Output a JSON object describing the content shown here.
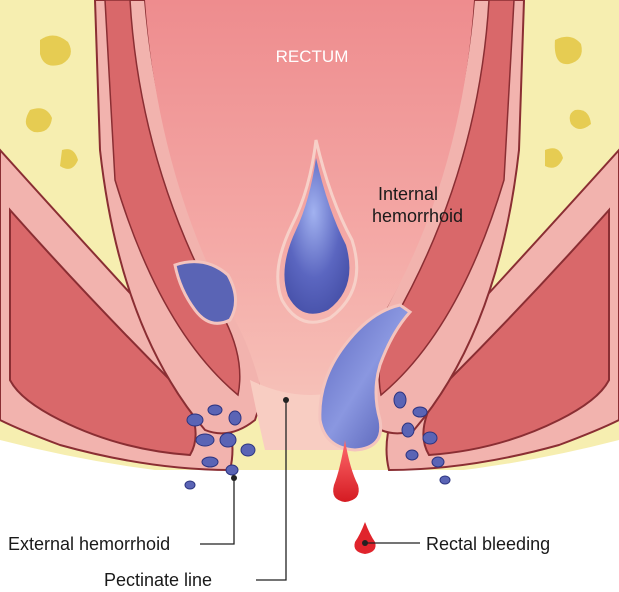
{
  "labels": {
    "rectum": "RECTUM",
    "internal_line1": "Internal",
    "internal_line2": "hemorrhoid",
    "external": "External hemorrhoid",
    "pectinate": "Pectinate line",
    "bleeding": "Rectal bleeding"
  },
  "colors": {
    "fat": "#f4eaa4",
    "fat_blob": "#e8cf55",
    "muscle": "#d9686a",
    "muscle_outline": "#8a2e33",
    "wall_pink": "#f2b6b1",
    "lumen": "#f08e90",
    "lumen_light": "#f7c0b8",
    "vein_blue": "#5a64b5",
    "vein_blue_light": "#8e9ae0",
    "blood": "#e0242c",
    "leader": "#222222"
  }
}
